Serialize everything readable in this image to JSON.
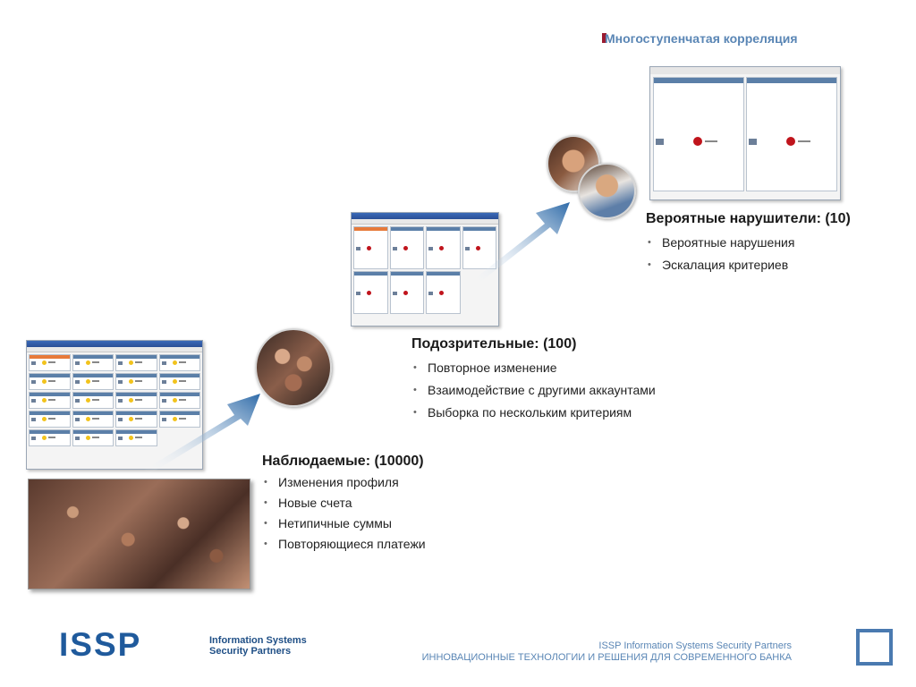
{
  "slide": {
    "title": "Многоступенчатая корреляция"
  },
  "tiers": {
    "observed": {
      "heading": "Наблюдаемые: (10000)",
      "items": [
        "Изменения профиля",
        "Новые счета",
        "Нетипичные суммы",
        "Повторяющиеся платежи"
      ]
    },
    "suspicious": {
      "heading": "Подозрительные: (100)",
      "items": [
        "Повторное изменение",
        "Взаимодействие с другими аккаунтами",
        "Выборка по нескольким критериям"
      ]
    },
    "likely": {
      "heading": "Вероятные нарушители: (10)",
      "items": [
        "Вероятные нарушения",
        "Эскалация критериев"
      ]
    }
  },
  "logo": {
    "mark": "ISSP",
    "sub_line1": "Information Systems",
    "sub_line2": "Security Partners"
  },
  "footer": {
    "line1": "ISSP Information Systems Security Partners",
    "line2": "ИННОВАЦИОННЫЕ ТЕХНОЛОГИИ И РЕШЕНИЯ ДЛЯ СОВРЕМЕННОГО БАНКА"
  },
  "colors": {
    "accent": "#5a86b5",
    "logo_blue": "#1f5a9c",
    "marker_red": "#9b1b30",
    "arrow_blue": "#2d6aa8"
  }
}
